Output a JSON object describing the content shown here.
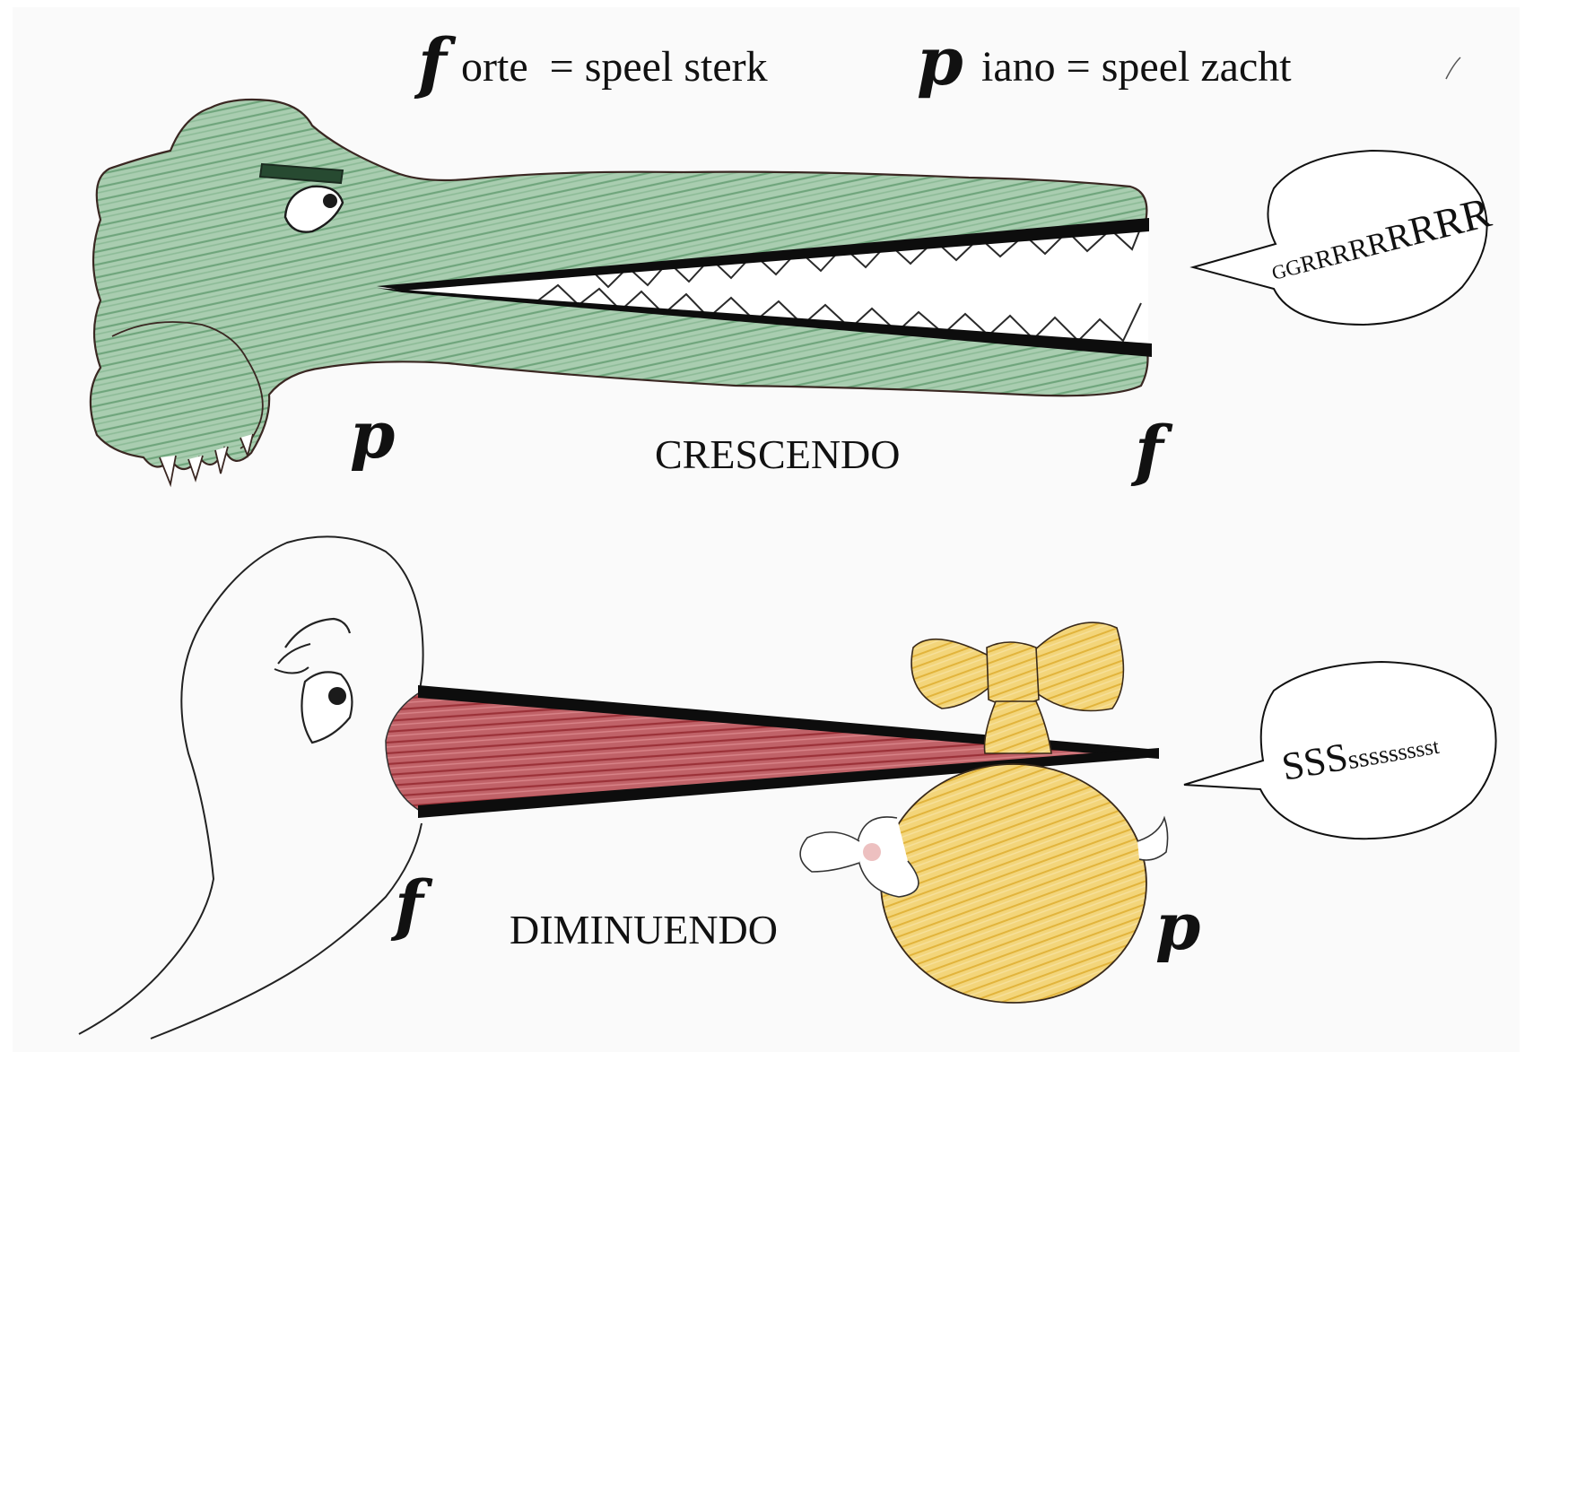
{
  "legend": {
    "forte_symbol": "f",
    "forte_text": "orte  = speel sterk",
    "piano_symbol": "p",
    "piano_text": "iano = speel zacht"
  },
  "crescendo": {
    "label": "CRESCENDO",
    "start_dynamic": "p",
    "end_dynamic": "f",
    "bubble": {
      "parts": [
        "G",
        "G",
        "R",
        "R",
        "R",
        "R",
        "R",
        "R",
        "R",
        "R",
        "R"
      ]
    }
  },
  "diminuendo": {
    "label": "DIMINUENDO",
    "start_dynamic": "f",
    "end_dynamic": "p",
    "bubble": {
      "parts": [
        "S",
        "S",
        "S",
        "s",
        "s",
        "s",
        "s",
        "s",
        "s",
        "s",
        "s",
        "s",
        "t"
      ]
    }
  },
  "colors": {
    "crocodile_green": "#7fb089",
    "crocodile_dark": "#3f7a4f",
    "outline": "#2a1d1a",
    "beak_red": "#a83a3f",
    "baby_yellow": "#edc44c",
    "paper": "#fafafa"
  },
  "icons": {
    "crocodile": "crocodile-drawing",
    "stork": "stork-drawing",
    "baby": "baby-bundle-drawing"
  }
}
